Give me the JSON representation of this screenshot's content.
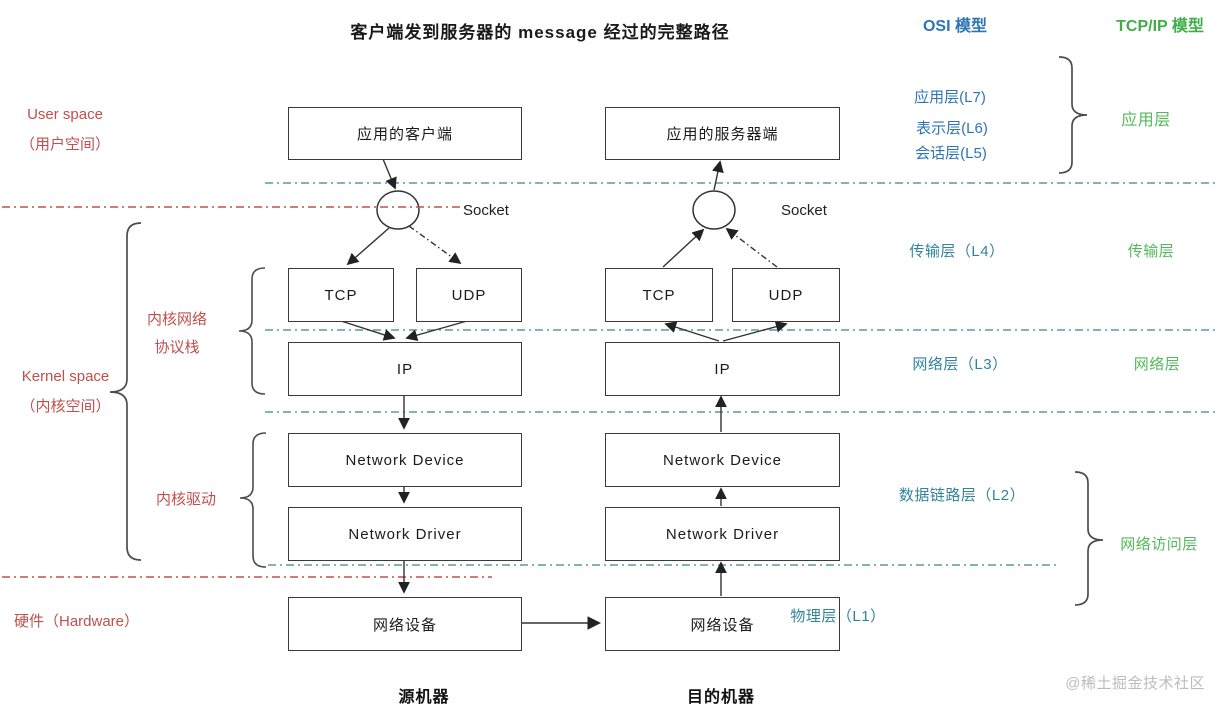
{
  "title": "客户端发到服务器的 message 经过的完整路径",
  "column_headers": {
    "osi": "OSI 模型",
    "tcpip": "TCP/IP 模型"
  },
  "space_labels": {
    "user_space_en": "User space",
    "user_space_cn": "（用户空间）",
    "kernel_space_en": "Kernel space",
    "kernel_space_cn": "（内核空间）",
    "kernel_network_stack_line1": "内核网络",
    "kernel_network_stack_line2": "协议栈",
    "kernel_driver": "内核驱动",
    "hardware": "硬件（Hardware）"
  },
  "source_machine": {
    "caption": "源机器",
    "app": "应用的客户端",
    "socket": "Socket",
    "tcp": "TCP",
    "udp": "UDP",
    "ip": "IP",
    "net_device": "Network Device",
    "net_driver": "Network Driver",
    "hw_device": "网络设备"
  },
  "dest_machine": {
    "caption": "目的机器",
    "app": "应用的服务器端",
    "socket": "Socket",
    "tcp": "TCP",
    "udp": "UDP",
    "ip": "IP",
    "net_device": "Network Device",
    "net_driver": "Network Driver",
    "hw_device": "网络设备"
  },
  "osi_layers": {
    "l7": "应用层(L7)",
    "l6": "表示层(L6)",
    "l5": "会话层(L5)",
    "l4": "传输层（L4）",
    "l3": "网络层（L3）",
    "l2": "数据链路层（L2）",
    "l1": "物理层（L1）"
  },
  "tcpip_layers": {
    "application": "应用层",
    "transport": "传输层",
    "network": "网络层",
    "network_access": "网络访问层"
  },
  "watermark": "@稀土掘金技术社区",
  "colors": {
    "red_label": "#c0504d",
    "blue_header": "#2e75b6",
    "teal_layer": "#31849b",
    "green_layer": "#55b85a",
    "green_header": "#3fae49",
    "line_teal": "#5b98a6",
    "line_red": "#c0504d",
    "box_border": "#3a3a3a"
  }
}
